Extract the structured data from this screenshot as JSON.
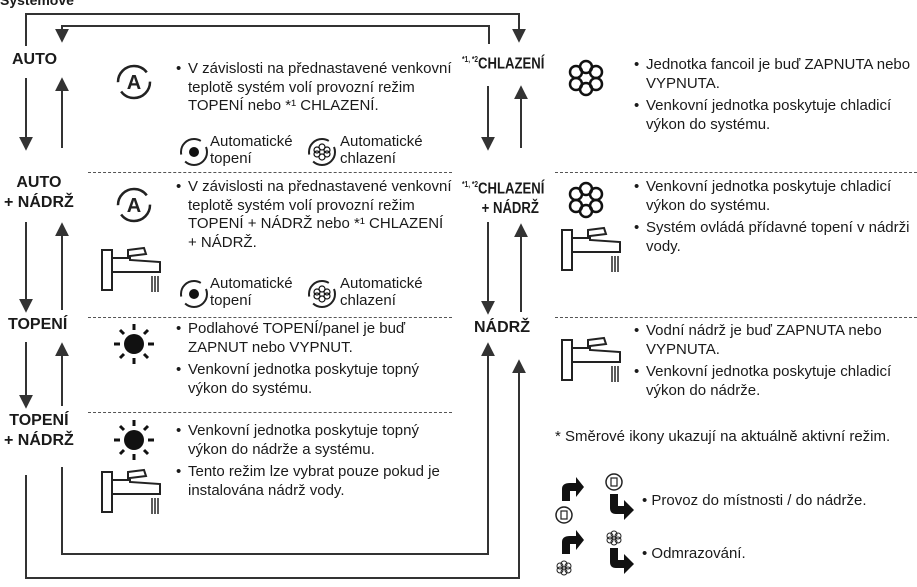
{
  "header": {
    "title": "Systémové"
  },
  "modes": {
    "auto": "AUTO",
    "auto_tank_line1": "AUTO",
    "auto_tank_line2": "+ NÁDRŽ",
    "heat": "TOPENÍ",
    "heat_tank_line1": "TOPENÍ",
    "heat_tank_line2": "+ NÁDRŽ",
    "cool_sup": "*1, *2",
    "cool": "CHLAZENÍ",
    "cool_tank_sup": "*1, *2",
    "cool_tank_line1": "CHLAZENÍ",
    "cool_tank_line2": "+ NÁDRŽ",
    "tank": "NÁDRŽ"
  },
  "descriptions": {
    "auto": [
      "V závislosti na přednastavené venkovní teplotě systém volí provozní režim TOPENÍ nebo *¹ CHLAZENÍ."
    ],
    "auto_tank": [
      "V závislosti na přednastavené venkovní teplotě systém volí provozní režim TOPENÍ + NÁDRŽ nebo *¹ CHLAZENÍ + NÁDRŽ."
    ],
    "heat": [
      "Podlahové TOPENÍ/panel je buď ZAPNUT nebo VYPNUT.",
      "Venkovní jednotka poskytuje topný výkon do systému."
    ],
    "heat_tank": [
      "Venkovní jednotka poskytuje topný výkon do nádrže a systému.",
      "Tento režim lze vybrat pouze pokud je instalována nádrž vody."
    ],
    "cool": [
      "Jednotka fancoil je buď ZAPNUTA nebo VYPNUTA.",
      "Venkovní jednotka poskytuje chladicí výkon do systému."
    ],
    "cool_tank": [
      "Venkovní jednotka poskytuje chladicí výkon do systému.",
      "Systém ovládá přídavné topení v nádrži vody."
    ],
    "tank": [
      "Vodní nádrž je buď ZAPNUTA nebo VYPNUTA.",
      "Venkovní jednotka poskytuje chladicí výkon do nádrže."
    ]
  },
  "sub_icons": {
    "auto_heat_line1": "Automatické",
    "auto_heat_line2": "topení",
    "auto_cool_line1": "Automatické",
    "auto_cool_line2": "chlazení"
  },
  "footnote": {
    "note": "* Směrové ikony ukazují na aktuálně aktivní režim.",
    "room_tank": "• Provoz do místnosti / do nádrže.",
    "defrost": "• Odmrazování."
  },
  "icons": [
    "auto-mode-icon",
    "sun-heat-icon",
    "snowflake-cool-icon",
    "tap-tank-icon",
    "arrow-icon",
    "auto-heat-icon",
    "auto-cool-icon",
    "defrost-icon"
  ],
  "colors": {
    "line": "#333333",
    "text": "#1a1a1a",
    "dash": "#555555"
  }
}
